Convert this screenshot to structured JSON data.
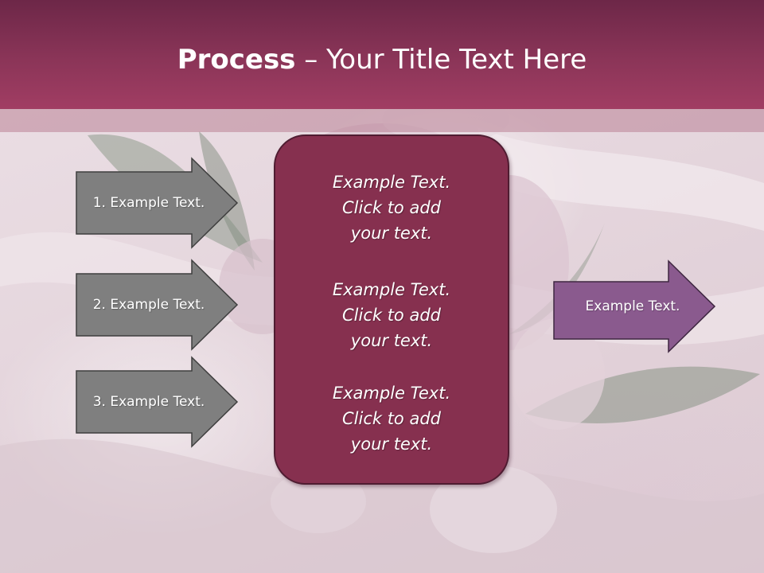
{
  "slide": {
    "title_bold": "Process",
    "title_rest": " – Your Title Text Here"
  },
  "inputs": [
    {
      "label": "1. Example Text."
    },
    {
      "label": "2. Example Text."
    },
    {
      "label": "3. Example Text."
    }
  ],
  "center": {
    "blocks": [
      {
        "lines": [
          "Example Text.",
          "Click  to add",
          "your text."
        ]
      },
      {
        "lines": [
          "Example Text.",
          "Click  to add",
          "your text."
        ]
      },
      {
        "lines": [
          "Example Text.",
          "Click  to add",
          "your text."
        ]
      }
    ]
  },
  "output": {
    "label": "Example Text."
  },
  "colors": {
    "title_bar": "#8b3558",
    "center_box": "#86304f",
    "input_arrow": "#7f7f7f",
    "output_arrow": "#8a5a8e",
    "background": "#e5d6dd"
  }
}
